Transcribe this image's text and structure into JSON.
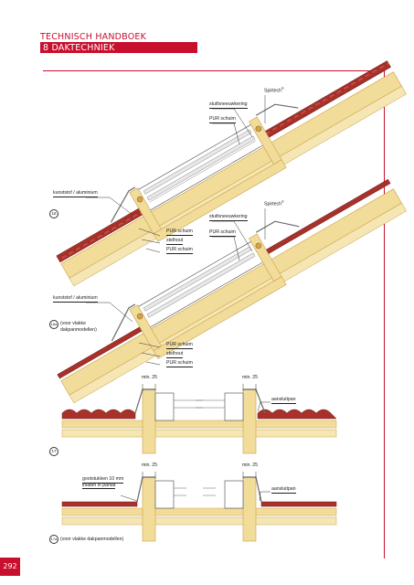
{
  "header": {
    "title": "TECHNISCH HANDBOEK",
    "section": "8 DAKTECHNIEK"
  },
  "page_number": "292",
  "figure1": {
    "labels": {
      "spirtech": "Spirtech",
      "reg": "®",
      "stuif": "stuifsneeuwkering",
      "pur_top": "PUR schuim",
      "kunst": "kunststof / aluminium",
      "number": "16",
      "pur_a": "PUR schuim",
      "stelhout": "stelhout",
      "pur_b": "PUR schuim"
    }
  },
  "figure2": {
    "labels": {
      "spirtech": "Spirtech",
      "reg": "®",
      "stuif": "stuifsneeuwkering",
      "pur_top": "PUR schuim",
      "kunst": "kunststof / aluminium",
      "number": "16",
      "suffix": "a",
      "caption_l1": "(voor vlakke",
      "caption_l2": "dakpanmodellen)",
      "pur_a": "PUR schuim",
      "stelhout": "stelhout",
      "pur_b": "PUR schuim"
    }
  },
  "figure3": {
    "labels": {
      "min_left": "min. 25",
      "min_right": "min. 25",
      "aansluit": "aansluitpan",
      "number": "17"
    }
  },
  "figure4": {
    "labels": {
      "min_left": "min. 25",
      "min_right": "min. 25",
      "aansluit": "aansluitpan",
      "goot_l1": "gootstukken 10 mm",
      "goot_l2": "inlaten in panlat",
      "number": "17",
      "suffix": "a",
      "caption": "(voor vlakke dakpanmodellen)"
    }
  },
  "colors": {
    "accent": "#c8102e",
    "wood": "#f2dc9a",
    "wood_edge": "#c9a24a",
    "tile": "#a8312a",
    "lead": "#9a9a9a"
  }
}
